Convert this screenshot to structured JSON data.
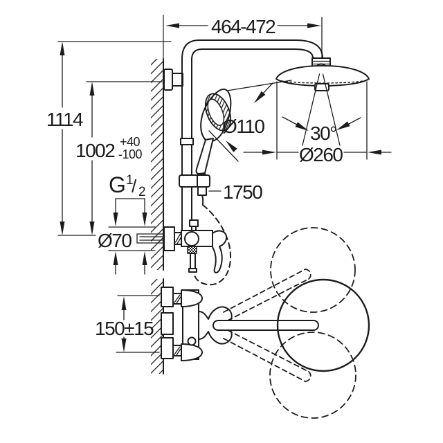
{
  "drawing": {
    "colors": {
      "line": "#1c1c1c",
      "background": "#ffffff"
    },
    "dimensions": {
      "top_width": "464-472",
      "total_height": "1114",
      "mixer_height": "1002",
      "mixer_height_tolerance_plus": "+40",
      "mixer_height_tolerance_minus": "-100",
      "thread_letter": "G",
      "thread_numerator": "1",
      "thread_slash": "/",
      "thread_denominator": "2",
      "hand_shower_diameter": "Ø110",
      "spray_angle": "30°",
      "head_shower_diameter": "Ø260",
      "hose_length": "1750",
      "escutcheon_diameter": "Ø70",
      "supply_spacing": "150±15"
    }
  }
}
